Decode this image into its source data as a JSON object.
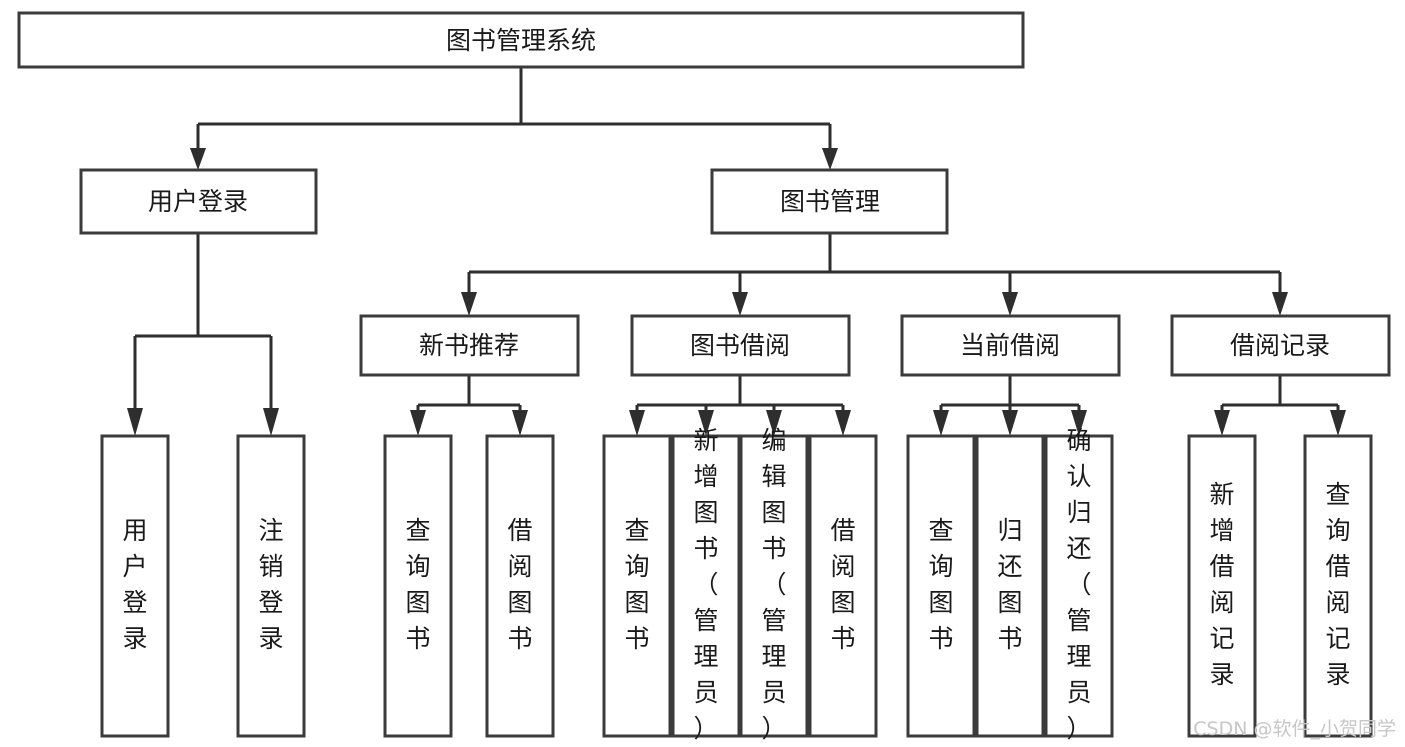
{
  "diagram": {
    "title": "图书管理系统",
    "type": "tree-hierarchy-chart",
    "orientation": "top-down",
    "colors": {
      "box_fill": "#ffffff",
      "box_stroke": "#3b3b3b",
      "connector": "#2e2e2e",
      "text": "#1a1a1a",
      "background": "#ffffff",
      "watermark": "#c7c7c7"
    },
    "root": {
      "id": "root",
      "label": "图书管理系统"
    },
    "level2": [
      {
        "id": "user-login",
        "label": "用户登录"
      },
      {
        "id": "book-management",
        "label": "图书管理"
      }
    ],
    "level3": [
      {
        "id": "new-book-recommend",
        "label": "新书推荐",
        "parent": "book-management"
      },
      {
        "id": "book-borrow",
        "label": "图书借阅",
        "parent": "book-management"
      },
      {
        "id": "current-borrow",
        "label": "当前借阅",
        "parent": "book-management"
      },
      {
        "id": "borrow-record",
        "label": "借阅记录",
        "parent": "book-management"
      }
    ],
    "leaves": [
      {
        "id": "leaf-user-login",
        "label": "用户登录",
        "parent": "user-login"
      },
      {
        "id": "leaf-user-logout",
        "label": "注销登录",
        "parent": "user-login"
      },
      {
        "id": "leaf-query-book-1",
        "label": "查询图书",
        "parent": "new-book-recommend"
      },
      {
        "id": "leaf-borrow-book-1",
        "label": "借阅图书",
        "parent": "new-book-recommend"
      },
      {
        "id": "leaf-query-book-2",
        "label": "查询图书",
        "parent": "book-borrow"
      },
      {
        "id": "leaf-add-book",
        "label": "新增图书（管理员）",
        "parent": "book-borrow"
      },
      {
        "id": "leaf-edit-book",
        "label": "编辑图书（管理员）",
        "parent": "book-borrow"
      },
      {
        "id": "leaf-borrow-book-2",
        "label": "借阅图书",
        "parent": "book-borrow"
      },
      {
        "id": "leaf-query-book-3",
        "label": "查询图书",
        "parent": "current-borrow"
      },
      {
        "id": "leaf-return-book",
        "label": "归还图书",
        "parent": "current-borrow"
      },
      {
        "id": "leaf-confirm-return",
        "label": "确认归还（管理员）",
        "parent": "current-borrow"
      },
      {
        "id": "leaf-add-record",
        "label": "新增借阅记录",
        "parent": "borrow-record"
      },
      {
        "id": "leaf-query-record",
        "label": "查询借阅记录",
        "parent": "borrow-record"
      }
    ]
  },
  "watermark": {
    "text": "CSDN @软件_小贺同学"
  }
}
